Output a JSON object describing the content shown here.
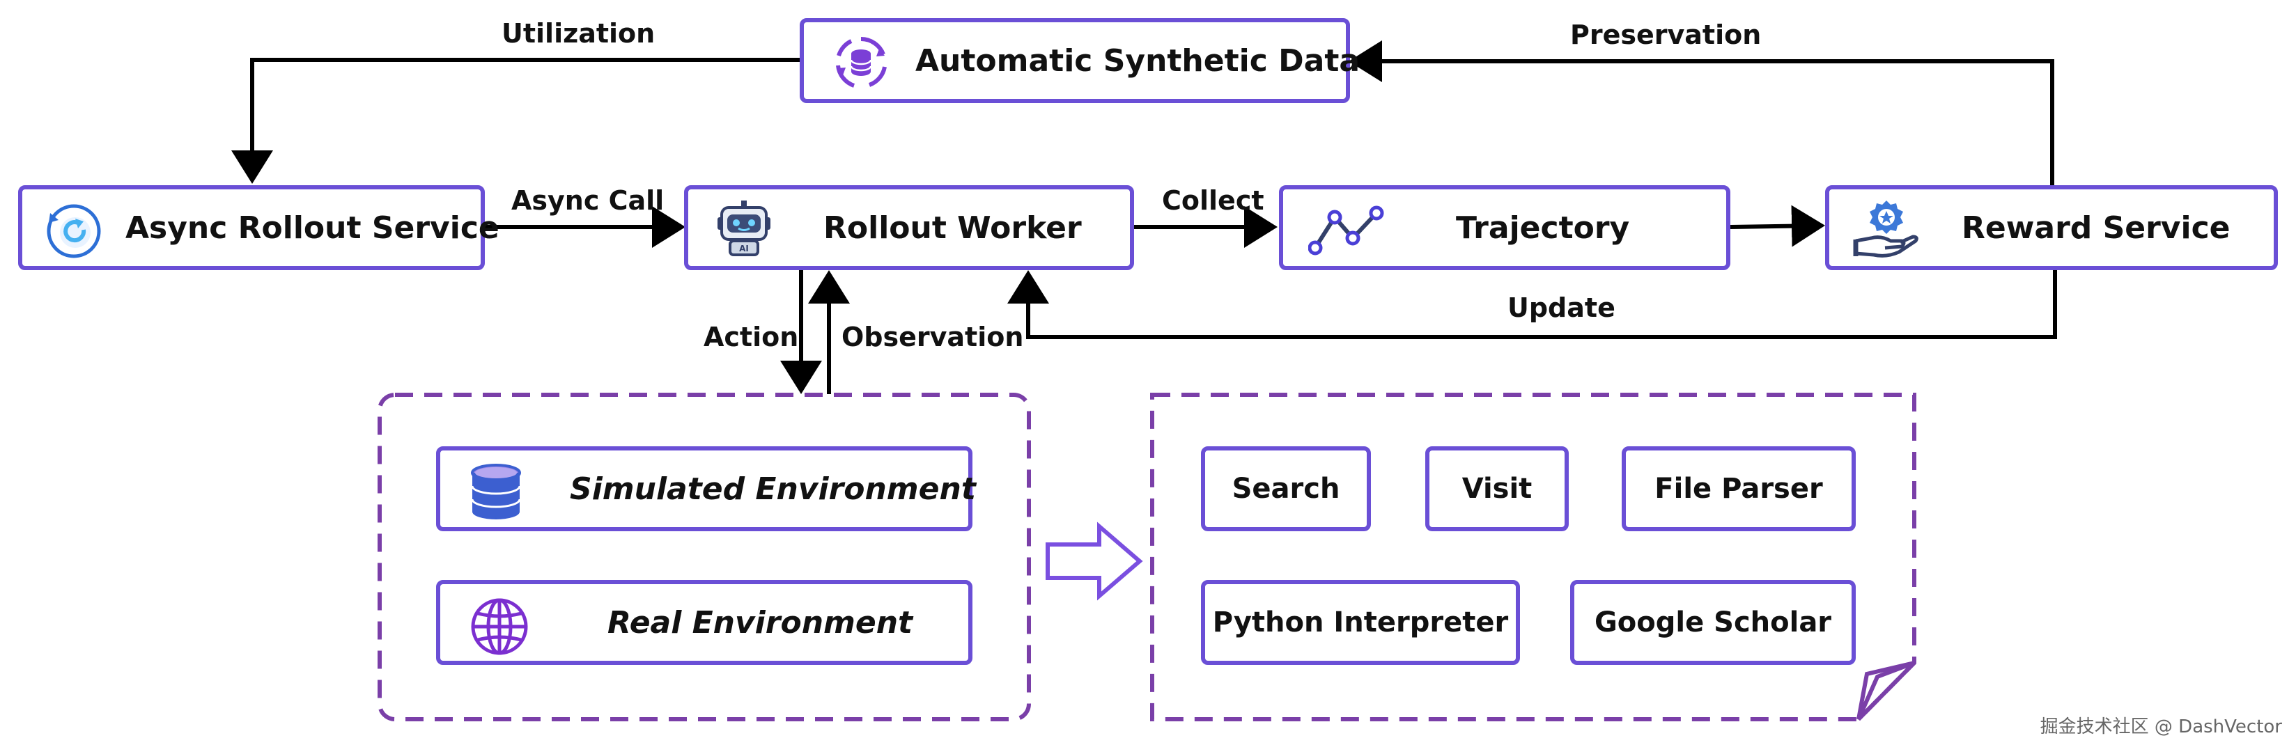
{
  "nodes": {
    "synthetic": "Automatic Synthetic Data",
    "async_rollout": "Async Rollout Service",
    "rollout_worker": "Rollout Worker",
    "trajectory": "Trajectory",
    "reward": "Reward Service"
  },
  "edges": {
    "utilization": "Utilization",
    "preservation": "Preservation",
    "async_call": "Async Call",
    "collect": "Collect",
    "update": "Update",
    "action": "Action",
    "observation": "Observation"
  },
  "environments": {
    "simulated": "Simulated Environment",
    "real": "Real Environment"
  },
  "tools": {
    "search": "Search",
    "visit": "Visit",
    "file_parser": "File Parser",
    "python": "Python Interpreter",
    "scholar": "Google Scholar"
  },
  "watermark": "掘金技术社区 @ DashVector",
  "colors": {
    "box_border": "#6a4fd6",
    "dashed_border": "#7a3fa8",
    "arrow": "#000000",
    "icon_blue": "#2d6fd6",
    "icon_purple": "#7b3fd6"
  },
  "icons": {
    "synthetic": "database-cycle-icon",
    "async_rollout": "refresh-icon",
    "rollout_worker": "robot-icon",
    "trajectory": "line-graph-icon",
    "reward": "hand-award-icon",
    "simulated": "database-icon",
    "real": "globe-icon",
    "transition": "right-arrow-icon"
  }
}
